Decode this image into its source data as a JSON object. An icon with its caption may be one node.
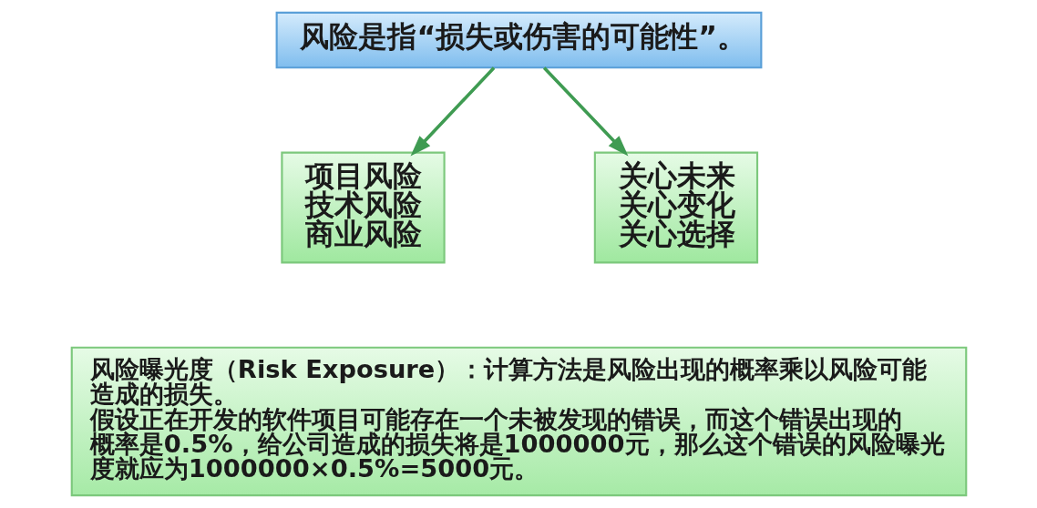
{
  "diagram": {
    "nodes": [
      {
        "text": [
          "风险是指“损失或伤害的可能性”。"
        ]
      },
      {
        "text": [
          "项目风险",
          "技术风险",
          "商业风险"
        ]
      },
      {
        "text": [
          "关心未来",
          "关心变化",
          "关心选择"
        ]
      },
      {
        "text": [
          "风险曝光度（Risk Exposure）：计算方法是风险出现的概率乘以风险可能造成的损失。",
          "假设正在开发的软件项目可能存在一个未被发现的错误，而这个错误出现的概率是0.5%，给公司造成的损失将是1000000元，那么这个错误的风险曝光度就应为1000000×0.5%=5000元。"
        ]
      }
    ],
    "edges": [
      {
        "from": 0,
        "to": 1,
        "arrow": "to"
      },
      {
        "from": 0,
        "to": 2,
        "arrow": "to"
      }
    ]
  }
}
